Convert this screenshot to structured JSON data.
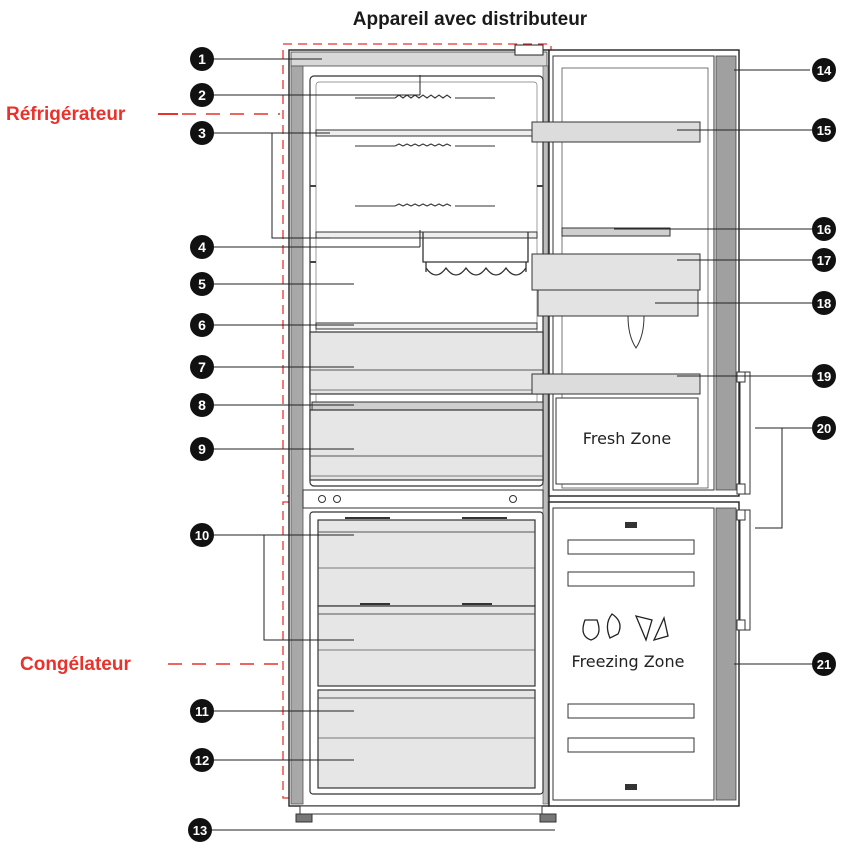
{
  "title": "Appareil avec distributeur",
  "zones": {
    "refrigerateur": "Réfrigérateur",
    "congelateur": "Congélateur"
  },
  "door_labels": {
    "fresh_zone": "Fresh Zone",
    "freezing_zone": "Freezing Zone"
  },
  "callouts": [
    "1",
    "2",
    "3",
    "4",
    "5",
    "6",
    "7",
    "8",
    "9",
    "10",
    "11",
    "12",
    "13",
    "14",
    "15",
    "16",
    "17",
    "18",
    "19",
    "20",
    "21"
  ],
  "colors": {
    "accent_red": "#e8322b",
    "callout_fill": "#111111",
    "line": "#222222",
    "cabinet_gray": "#9a9a9a",
    "drawer_fill": "#e6e6e6"
  }
}
